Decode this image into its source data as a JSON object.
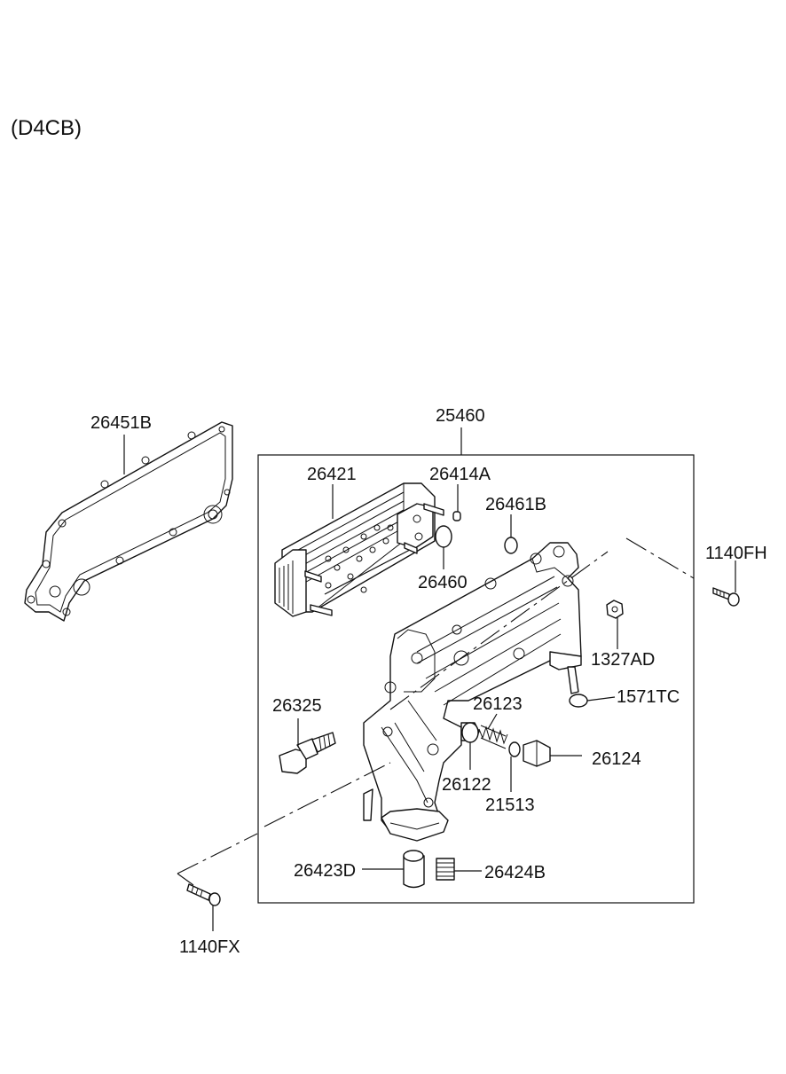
{
  "title": "(D4CB)",
  "labels": {
    "p26451B": "26451B",
    "p25460": "25460",
    "p26421": "26421",
    "p26414A": "26414A",
    "p26461B": "26461B",
    "p26460": "26460",
    "p1140FH": "1140FH",
    "p1327AD": "1327AD",
    "p1571TC": "1571TC",
    "p26325": "26325",
    "p26123": "26123",
    "p26124": "26124",
    "p26122": "26122",
    "p21513": "21513",
    "p26423D": "26423D",
    "p26424B": "26424B",
    "p1140FX": "1140FX"
  }
}
